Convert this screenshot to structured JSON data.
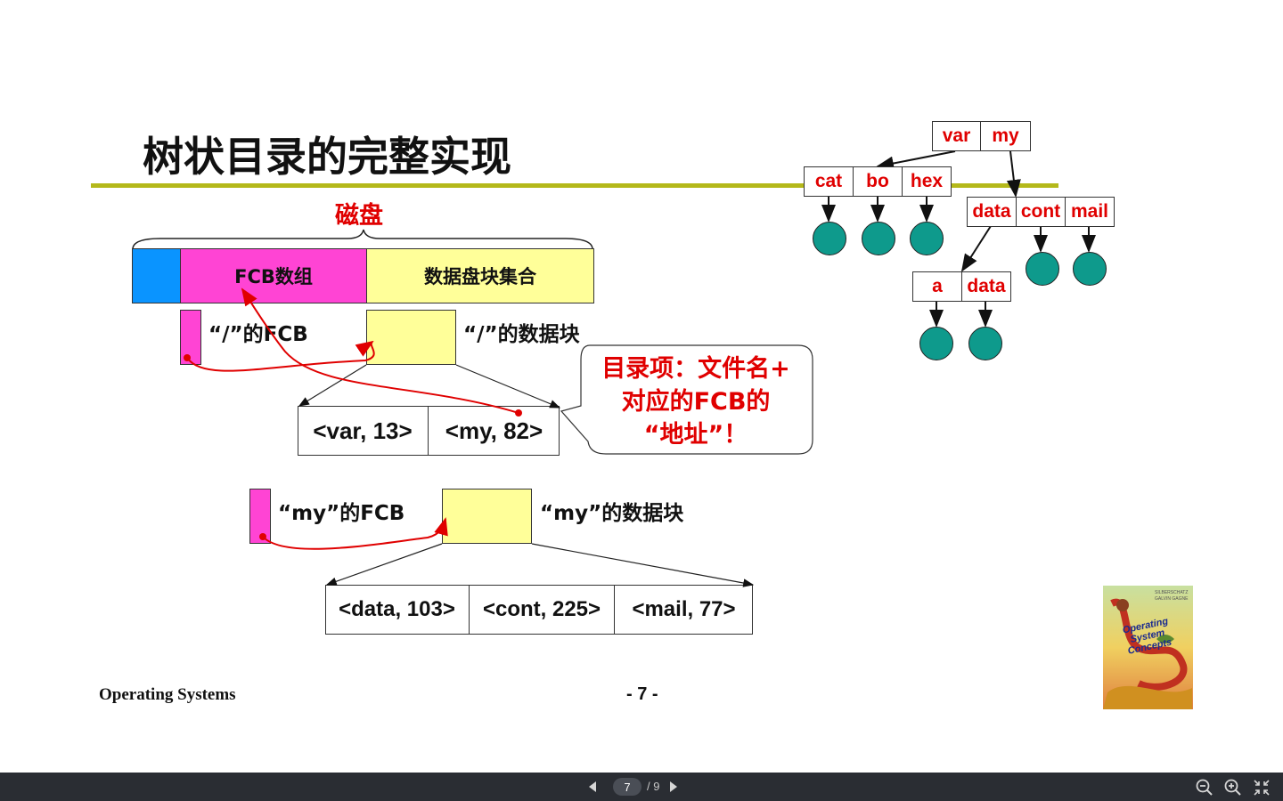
{
  "slide": {
    "title": "树状目录的完整实现",
    "disk_label": "磁盘",
    "fcb_array_label": "FCB数组",
    "data_blocks_label": "数据盘块集合",
    "root_fcb_label": "“/”的FCB",
    "root_block_label": "“/”的数据块",
    "root_entries": [
      "<var, 13>",
      "<my, 82>"
    ],
    "callout_line1": "目录项：文件名+",
    "callout_line2": "对应的FCB的",
    "callout_line3": "“地址”！",
    "my_fcb_label": "“my”的FCB",
    "my_block_label": "“my”的数据块",
    "my_entries": [
      "<data, 103>",
      "<cont, 225>",
      "<mail, 77>"
    ],
    "tree": {
      "root": [
        "var",
        "my"
      ],
      "var_dir": [
        "cat",
        "bo",
        "hex"
      ],
      "my_dir": [
        "data",
        "cont",
        "mail"
      ],
      "data_dir": [
        "a",
        "data"
      ]
    },
    "book_cover": {
      "authors": "SILBERSCHATZ GALVIN GAGNE",
      "title": "Operating System Concepts"
    },
    "footer_left": "Operating Systems",
    "footer_center": "- 7 -"
  },
  "viewer": {
    "current_page": "7",
    "total_pages": "/ 9"
  },
  "colors": {
    "accent_rule": "#b4b81a",
    "fcb_magenta": "#ff44d4",
    "data_yellow": "#ffff99",
    "blue_block": "#0a94ff",
    "tree_red": "#e00000",
    "node_teal": "#0e9a8c",
    "toolbar_bg": "#2a2d33"
  }
}
